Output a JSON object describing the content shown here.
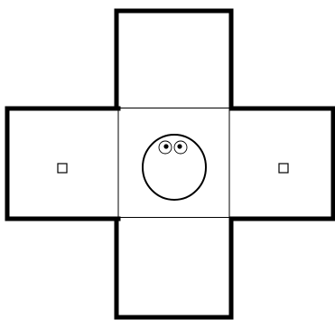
{
  "diagram": {
    "colors": {
      "background": "#ffffff",
      "stroke": "#000000",
      "face_fill": "#ffffff",
      "square_fill": "#ffffff"
    },
    "panels": [
      {
        "name": "panel-top",
        "border": "thick"
      },
      {
        "name": "panel-left",
        "border": "thick",
        "marker": "small-square"
      },
      {
        "name": "panel-center",
        "border": "thin",
        "contents": "face-icon"
      },
      {
        "name": "panel-right",
        "border": "thick",
        "marker": "small-square"
      },
      {
        "name": "panel-bottom",
        "border": "thick"
      }
    ]
  }
}
